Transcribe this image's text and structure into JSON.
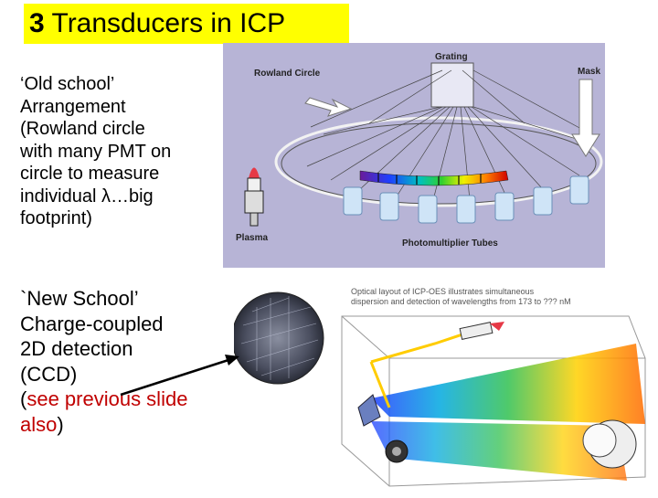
{
  "title": {
    "number": "3",
    "text": "Transducers in ICP"
  },
  "old_school": {
    "lines": [
      "‘Old school’",
      "Arrangement",
      "(Rowland circle",
      "with many PMT on",
      "circle to measure",
      "individual λ…big",
      "footprint)"
    ]
  },
  "new_school": {
    "line1": "`New School’",
    "line2": "Charge-coupled",
    "line3": "2D detection",
    "line4": "(CCD)",
    "line5_open": "(",
    "line5_red": "see previous slide",
    "line6_red": "also",
    "line6_close": ")"
  },
  "rowland_figure": {
    "grating_label": "Grating",
    "rowland_label": "Rowland Circle",
    "mask_label": "Mask",
    "plasma_label": "Plasma",
    "pmt_label": "Photomultiplier Tubes",
    "background_color": "#b7b4d6"
  },
  "ccd_figure": {
    "caption_line1": "Optical layout of ICP-OES illustrates simultaneous",
    "caption_line2": "dispersion and detection of wavelengths from 173 to ??? nM"
  },
  "colors": {
    "title_bg": "#ffff00",
    "red_text": "#c00000"
  }
}
